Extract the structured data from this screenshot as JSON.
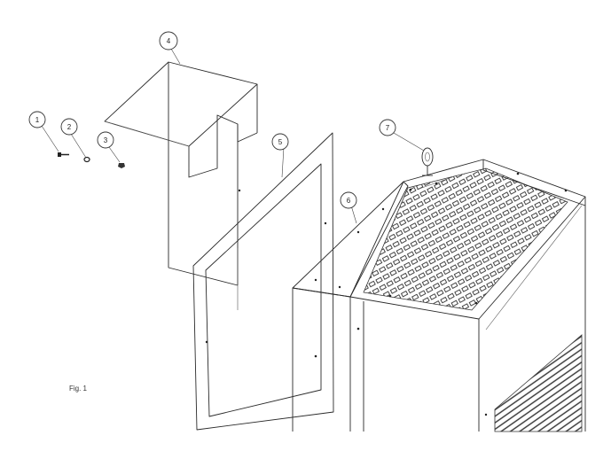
{
  "figure": {
    "label": "Fig. 1"
  },
  "callouts": [
    {
      "number": "1",
      "part": "screw"
    },
    {
      "number": "2",
      "part": "washer"
    },
    {
      "number": "3",
      "part": "nut"
    },
    {
      "number": "4",
      "part": "top-cover"
    },
    {
      "number": "5",
      "part": "gasket-frame"
    },
    {
      "number": "6",
      "part": "front-panel"
    },
    {
      "number": "7",
      "part": "lifting-eye"
    }
  ]
}
